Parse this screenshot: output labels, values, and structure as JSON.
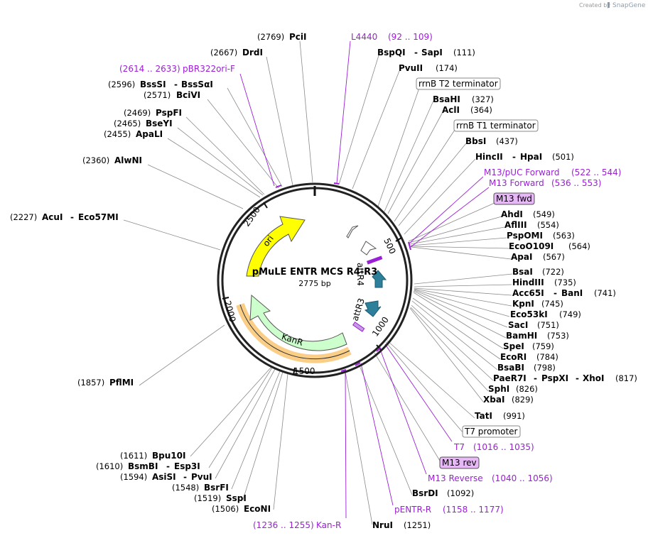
{
  "credit": {
    "prefix": "Created by",
    "brand": "SnapGene"
  },
  "plasmid": {
    "name": "pMuLE ENTR MCS R4-R3",
    "size": "2775 bp"
  },
  "ticks": [
    "500",
    "1000",
    "1500",
    "2000",
    "2500"
  ],
  "features": {
    "ori": "ori",
    "kanr": "KanR",
    "attr4": "attR4",
    "attr3": "attR3"
  },
  "sites": [
    {
      "name": "PciI",
      "pos": "(2769)"
    },
    {
      "name": "DrdI",
      "pos": "(2667)"
    },
    {
      "name": "BssSI",
      "name2": "BssSαI",
      "pos": "(2596)"
    },
    {
      "name": "BciVI",
      "pos": "(2571)"
    },
    {
      "name": "PspFI",
      "pos": "(2469)"
    },
    {
      "name": "BseYI",
      "pos": "(2465)"
    },
    {
      "name": "ApaLI",
      "pos": "(2455)"
    },
    {
      "name": "AlwNI",
      "pos": "(2360)"
    },
    {
      "name": "AcuI",
      "name2": "Eco57MI",
      "pos": "(2227)"
    },
    {
      "name": "PflMI",
      "pos": "(1857)"
    },
    {
      "name": "Bpu10I",
      "pos": "(1611)"
    },
    {
      "name": "BsmBI",
      "name2": "Esp3I",
      "pos": "(1610)"
    },
    {
      "name": "AsiSI",
      "name2": "PvuI",
      "pos": "(1594)"
    },
    {
      "name": "BsrFI",
      "pos": "(1548)"
    },
    {
      "name": "SspI",
      "pos": "(1519)"
    },
    {
      "name": "EcoNI",
      "pos": "(1506)"
    },
    {
      "name": "BspQI",
      "name2": "SapI",
      "pos": "(111)"
    },
    {
      "name": "PvuII",
      "pos": "(174)"
    },
    {
      "name": "BsaHI",
      "pos": "(327)"
    },
    {
      "name": "AclI",
      "pos": "(364)"
    },
    {
      "name": "BbsI",
      "pos": "(437)"
    },
    {
      "name": "HincII",
      "name2": "HpaI",
      "pos": "(501)"
    },
    {
      "name": "AhdI",
      "pos": "(549)"
    },
    {
      "name": "AflIII",
      "pos": "(554)"
    },
    {
      "name": "PspOMI",
      "pos": "(563)"
    },
    {
      "name": "EcoO109I",
      "pos": "(564)"
    },
    {
      "name": "ApaI",
      "pos": "(567)"
    },
    {
      "name": "BsaI",
      "pos": "(722)"
    },
    {
      "name": "HindIII",
      "pos": "(735)"
    },
    {
      "name": "Acc65I",
      "name2": "BanI",
      "pos": "(741)"
    },
    {
      "name": "KpnI",
      "pos": "(745)"
    },
    {
      "name": "Eco53kI",
      "pos": "(749)"
    },
    {
      "name": "SacI",
      "pos": "(751)"
    },
    {
      "name": "BamHI",
      "pos": "(753)"
    },
    {
      "name": "SpeI",
      "pos": "(759)"
    },
    {
      "name": "EcoRI",
      "pos": "(784)"
    },
    {
      "name": "BsaBI",
      "pos": "(798)"
    },
    {
      "name": "PaeR7I",
      "name2": "PspXI",
      "name3": "XhoI",
      "pos": "(817)"
    },
    {
      "name": "SphI",
      "pos": "(826)"
    },
    {
      "name": "XbaI",
      "pos": "(829)"
    },
    {
      "name": "TatI",
      "pos": "(991)"
    },
    {
      "name": "BsrDI",
      "pos": "(1092)"
    },
    {
      "name": "NruI",
      "pos": "(1251)"
    }
  ],
  "primers": [
    {
      "name": "L4440",
      "range": "(92 .. 109)"
    },
    {
      "name": "pBR322ori-F",
      "range": "(2614 .. 2633)"
    },
    {
      "name": "M13/pUC Forward",
      "range": "(522 .. 544)"
    },
    {
      "name": "M13 Forward",
      "range": "(536 .. 553)"
    },
    {
      "name": "T7",
      "range": "(1016 .. 1035)"
    },
    {
      "name": "M13 Reverse",
      "range": "(1040 .. 1056)"
    },
    {
      "name": "pENTR-R",
      "range": "(1158 .. 1177)"
    },
    {
      "name": "Kan-R",
      "range": "(1236 .. 1255)"
    }
  ],
  "boxed": {
    "rrnb_t2": "rrnB T2 terminator",
    "rrnb_t1": "rrnB T1 terminator",
    "m13_fwd": "M13 fwd",
    "t7_promoter": "T7 promoter",
    "m13_rev": "M13 rev"
  },
  "colors": {
    "ori": "#ffff00",
    "kanr": "#ccffcc",
    "kanr_primer": "#f5a623",
    "att": "#2e7f9a",
    "primer": "#9b1fd6",
    "primer_box_fill": "#e6b8f5"
  }
}
